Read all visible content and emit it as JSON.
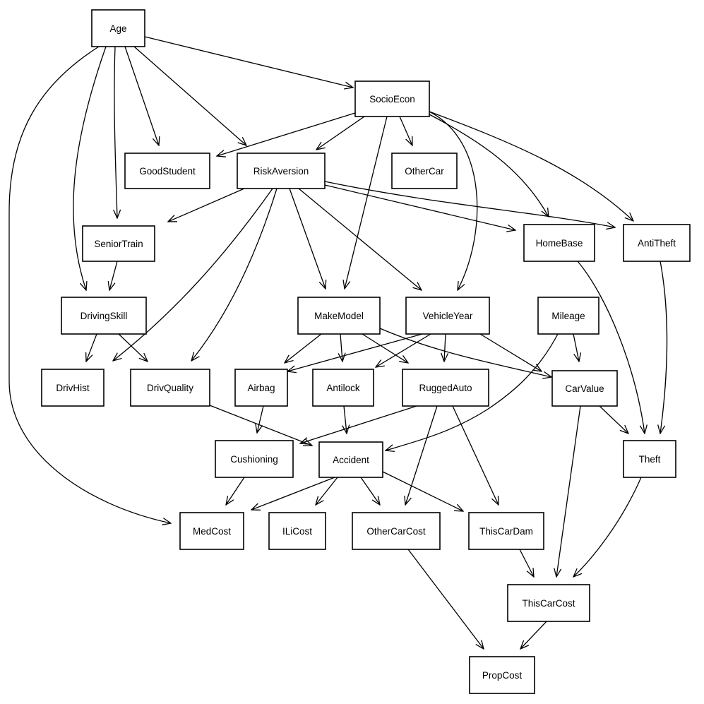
{
  "nodes": [
    {
      "id": "Age",
      "label": "Age"
    },
    {
      "id": "SocioEcon",
      "label": "SocioEcon"
    },
    {
      "id": "GoodStudent",
      "label": "GoodStudent"
    },
    {
      "id": "RiskAversion",
      "label": "RiskAversion"
    },
    {
      "id": "OtherCar",
      "label": "OtherCar"
    },
    {
      "id": "SeniorTrain",
      "label": "SeniorTrain"
    },
    {
      "id": "HomeBase",
      "label": "HomeBase"
    },
    {
      "id": "AntiTheft",
      "label": "AntiTheft"
    },
    {
      "id": "DrivingSkill",
      "label": "DrivingSkill"
    },
    {
      "id": "MakeModel",
      "label": "MakeModel"
    },
    {
      "id": "VehicleYear",
      "label": "VehicleYear"
    },
    {
      "id": "Mileage",
      "label": "Mileage"
    },
    {
      "id": "DrivHist",
      "label": "DrivHist"
    },
    {
      "id": "DrivQuality",
      "label": "DrivQuality"
    },
    {
      "id": "Airbag",
      "label": "Airbag"
    },
    {
      "id": "Antilock",
      "label": "Antilock"
    },
    {
      "id": "RuggedAuto",
      "label": "RuggedAuto"
    },
    {
      "id": "CarValue",
      "label": "CarValue"
    },
    {
      "id": "Cushioning",
      "label": "Cushioning"
    },
    {
      "id": "Accident",
      "label": "Accident"
    },
    {
      "id": "Theft",
      "label": "Theft"
    },
    {
      "id": "MedCost",
      "label": "MedCost"
    },
    {
      "id": "ILiCost",
      "label": "ILiCost"
    },
    {
      "id": "OtherCarCost",
      "label": "OtherCarCost"
    },
    {
      "id": "ThisCarDam",
      "label": "ThisCarDam"
    },
    {
      "id": "ThisCarCost",
      "label": "ThisCarCost"
    },
    {
      "id": "PropCost",
      "label": "PropCost"
    }
  ],
  "edges": [
    {
      "from": "Age",
      "to": "SocioEcon"
    },
    {
      "from": "Age",
      "to": "GoodStudent"
    },
    {
      "from": "Age",
      "to": "RiskAversion"
    },
    {
      "from": "Age",
      "to": "SeniorTrain"
    },
    {
      "from": "Age",
      "to": "DrivingSkill"
    },
    {
      "from": "Age",
      "to": "MedCost"
    },
    {
      "from": "SocioEcon",
      "to": "GoodStudent"
    },
    {
      "from": "SocioEcon",
      "to": "RiskAversion"
    },
    {
      "from": "SocioEcon",
      "to": "OtherCar"
    },
    {
      "from": "SocioEcon",
      "to": "MakeModel"
    },
    {
      "from": "SocioEcon",
      "to": "VehicleYear"
    },
    {
      "from": "SocioEcon",
      "to": "HomeBase"
    },
    {
      "from": "SocioEcon",
      "to": "AntiTheft"
    },
    {
      "from": "RiskAversion",
      "to": "SeniorTrain"
    },
    {
      "from": "RiskAversion",
      "to": "HomeBase"
    },
    {
      "from": "RiskAversion",
      "to": "AntiTheft"
    },
    {
      "from": "RiskAversion",
      "to": "DrivHist"
    },
    {
      "from": "RiskAversion",
      "to": "DrivQuality"
    },
    {
      "from": "RiskAversion",
      "to": "MakeModel"
    },
    {
      "from": "RiskAversion",
      "to": "VehicleYear"
    },
    {
      "from": "SeniorTrain",
      "to": "DrivingSkill"
    },
    {
      "from": "DrivingSkill",
      "to": "DrivHist"
    },
    {
      "from": "DrivingSkill",
      "to": "DrivQuality"
    },
    {
      "from": "MakeModel",
      "to": "Airbag"
    },
    {
      "from": "MakeModel",
      "to": "Antilock"
    },
    {
      "from": "MakeModel",
      "to": "RuggedAuto"
    },
    {
      "from": "MakeModel",
      "to": "CarValue"
    },
    {
      "from": "VehicleYear",
      "to": "Airbag"
    },
    {
      "from": "VehicleYear",
      "to": "Antilock"
    },
    {
      "from": "VehicleYear",
      "to": "RuggedAuto"
    },
    {
      "from": "VehicleYear",
      "to": "CarValue"
    },
    {
      "from": "Mileage",
      "to": "CarValue"
    },
    {
      "from": "Mileage",
      "to": "Accident"
    },
    {
      "from": "DrivQuality",
      "to": "Accident"
    },
    {
      "from": "Airbag",
      "to": "Cushioning"
    },
    {
      "from": "RuggedAuto",
      "to": "Cushioning"
    },
    {
      "from": "Antilock",
      "to": "Accident"
    },
    {
      "from": "RuggedAuto",
      "to": "OtherCarCost"
    },
    {
      "from": "RuggedAuto",
      "to": "ThisCarDam"
    },
    {
      "from": "CarValue",
      "to": "Theft"
    },
    {
      "from": "CarValue",
      "to": "ThisCarCost"
    },
    {
      "from": "HomeBase",
      "to": "Theft"
    },
    {
      "from": "AntiTheft",
      "to": "Theft"
    },
    {
      "from": "Cushioning",
      "to": "MedCost"
    },
    {
      "from": "Accident",
      "to": "MedCost"
    },
    {
      "from": "Accident",
      "to": "ILiCost"
    },
    {
      "from": "Accident",
      "to": "OtherCarCost"
    },
    {
      "from": "Accident",
      "to": "ThisCarDam"
    },
    {
      "from": "ThisCarDam",
      "to": "ThisCarCost"
    },
    {
      "from": "Theft",
      "to": "ThisCarCost"
    },
    {
      "from": "OtherCarCost",
      "to": "PropCost"
    },
    {
      "from": "ThisCarCost",
      "to": "PropCost"
    }
  ]
}
